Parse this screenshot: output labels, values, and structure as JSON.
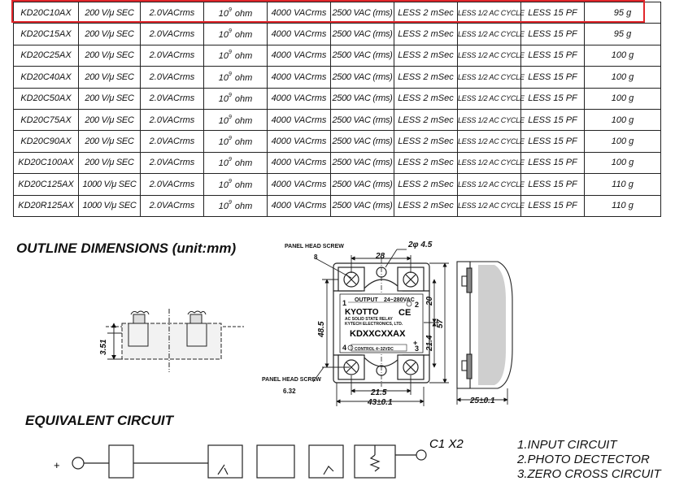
{
  "table": {
    "rows": [
      [
        "KD20C10AX",
        "200 V/μ SEC",
        "2.0VACrms",
        "10",
        "ohm",
        "4000 VACrms",
        "2500 VAC (rms)",
        "LESS 2 mSec",
        "LESS 1/2 AC CYCLE",
        "LESS 15 PF",
        "95 g"
      ],
      [
        "KD20C15AX",
        "200 V/μ SEC",
        "2.0VACrms",
        "10",
        "ohm",
        "4000 VACrms",
        "2500 VAC (rms)",
        "LESS 2 mSec",
        "LESS 1/2 AC CYCLE",
        "LESS 15 PF",
        "95 g"
      ],
      [
        "KD20C25AX",
        "200 V/μ SEC",
        "2.0VACrms",
        "10",
        "ohm",
        "4000 VACrms",
        "2500 VAC (rms)",
        "LESS 2 mSec",
        "LESS 1/2 AC CYCLE",
        "LESS 15 PF",
        "100 g"
      ],
      [
        "KD20C40AX",
        "200 V/μ SEC",
        "2.0VACrms",
        "10",
        "ohm",
        "4000 VACrms",
        "2500 VAC (rms)",
        "LESS 2 mSec",
        "LESS 1/2 AC CYCLE",
        "LESS 15 PF",
        "100 g"
      ],
      [
        "KD20C50AX",
        "200 V/μ SEC",
        "2.0VACrms",
        "10",
        "ohm",
        "4000 VACrms",
        "2500 VAC (rms)",
        "LESS 2 mSec",
        "LESS 1/2 AC CYCLE",
        "LESS 15 PF",
        "100 g"
      ],
      [
        "KD20C75AX",
        "200 V/μ SEC",
        "2.0VACrms",
        "10",
        "ohm",
        "4000 VACrms",
        "2500 VAC (rms)",
        "LESS 2 mSec",
        "LESS 1/2 AC CYCLE",
        "LESS 15 PF",
        "100 g"
      ],
      [
        "KD20C90AX",
        "200 V/μ SEC",
        "2.0VACrms",
        "10",
        "ohm",
        "4000 VACrms",
        "2500 VAC (rms)",
        "LESS 2 mSec",
        "LESS 1/2 AC CYCLE",
        "LESS 15 PF",
        "100 g"
      ],
      [
        "KD20C100AX",
        "200 V/μ SEC",
        "2.0VACrms",
        "10",
        "ohm",
        "4000 VACrms",
        "2500 VAC (rms)",
        "LESS 2 mSec",
        "LESS 1/2 AC CYCLE",
        "LESS 15 PF",
        "100 g"
      ],
      [
        "KD20C125AX",
        "1000 V/μ SEC",
        "2.0VACrms",
        "10",
        "ohm",
        "4000 VACrms",
        "2500 VAC (rms)",
        "LESS 2 mSec",
        "LESS 1/2 AC CYCLE",
        "LESS 15 PF",
        "110 g"
      ],
      [
        "KD20R125AX",
        "1000 V/μ SEC",
        "2.0VACrms",
        "10",
        "ohm",
        "4000 VACrms",
        "2500 VAC (rms)",
        "LESS 2 mSec",
        "LESS 1/2 AC CYCLE",
        "LESS 15 PF",
        "110 g"
      ]
    ],
    "exponent": "9",
    "highlight_color": "#e2262b"
  },
  "outline": {
    "title": "OUTLINE DIMENSIONS  (unit:mm)",
    "panel_head_screw_top": "PANEL HEAD SCREW",
    "panel_head_screw_bottom": "PANEL HEAD SCREW",
    "screw_8": "8",
    "screw_632": "6.32",
    "hole": "2φ 4.5",
    "dim_28": "28",
    "dim_485": "48.5",
    "dim_57": "57",
    "dim_20": "20",
    "dim_214": "21.4",
    "dim_215": "21.5",
    "dim_43": "43±0.1",
    "dim_25": "25±0.1",
    "dim_351": "3.51",
    "relay": {
      "output": "OUTPUT",
      "voltage": "24~280VAC",
      "brand": "KYOTTO",
      "line1": "AC SOLID STATE RELAY",
      "line2": "KYTECH ELECTRONICS, LTD.",
      "model": "KDXXCXXAX",
      "control": "CONTROL 4~32VDC",
      "pin1": "1",
      "pin2": "2",
      "pin3": "3",
      "pin4": "4",
      "plus": "+",
      "minus": "-",
      "ce": "CE"
    }
  },
  "circuit": {
    "title": "EQUIVALENT  CIRCUIT",
    "label_c1x2": "C1 X2",
    "plus": "+",
    "legend": [
      "1.INPUT  CIRCUIT",
      "2.PHOTO  DECTECTOR",
      "3.ZERO CROSS CIRCUIT"
    ]
  }
}
